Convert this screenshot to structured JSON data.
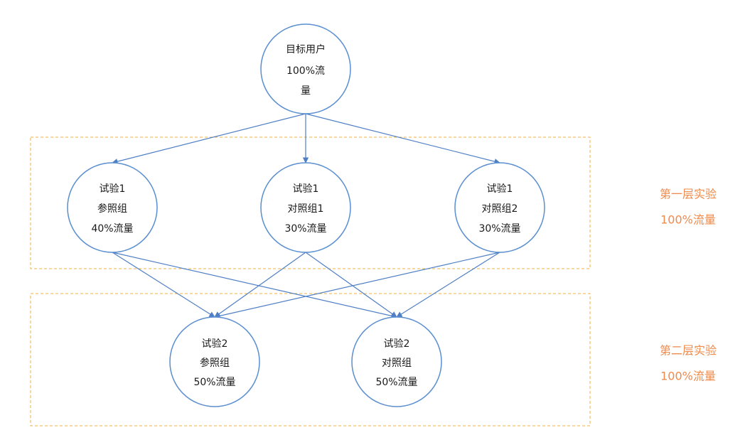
{
  "nodes": {
    "root": {
      "lines": [
        "目标用户",
        "100%流",
        "量"
      ]
    },
    "l1_ref": {
      "lines": [
        "试验1",
        "参照组",
        "40%流量"
      ]
    },
    "l1_c1": {
      "lines": [
        "试验1",
        "对照组1",
        "30%流量"
      ]
    },
    "l1_c2": {
      "lines": [
        "试验1",
        "对照组2",
        "30%流量"
      ]
    },
    "l2_ref": {
      "lines": [
        "试验2",
        "参照组",
        "50%流量"
      ]
    },
    "l2_c": {
      "lines": [
        "试验2",
        "对照组",
        "50%流量"
      ]
    }
  },
  "edges": [
    {
      "from": "root",
      "to": "l1_ref",
      "arrow": true
    },
    {
      "from": "root",
      "to": "l1_c1",
      "arrow": true
    },
    {
      "from": "root",
      "to": "l1_c2",
      "arrow": true
    },
    {
      "from": "l1_ref",
      "to": "l2_ref",
      "arrow": true
    },
    {
      "from": "l1_ref",
      "to": "l2_c",
      "arrow": true
    },
    {
      "from": "l1_c1",
      "to": "l2_ref",
      "arrow": true
    },
    {
      "from": "l1_c1",
      "to": "l2_c",
      "arrow": true
    },
    {
      "from": "l1_c2",
      "to": "l2_ref",
      "arrow": true
    },
    {
      "from": "l1_c2",
      "to": "l2_c",
      "arrow": true
    }
  ],
  "layers": {
    "layer1": {
      "title": "第一层实验",
      "traffic": "100%流量"
    },
    "layer2": {
      "title": "第二层实验",
      "traffic": "100%流量"
    }
  },
  "colors": {
    "node_border": "#5b8fd0",
    "edge": "#4f7fc4",
    "layer_box_border": "#f0b040",
    "layer_label": "#ef8a4a"
  }
}
